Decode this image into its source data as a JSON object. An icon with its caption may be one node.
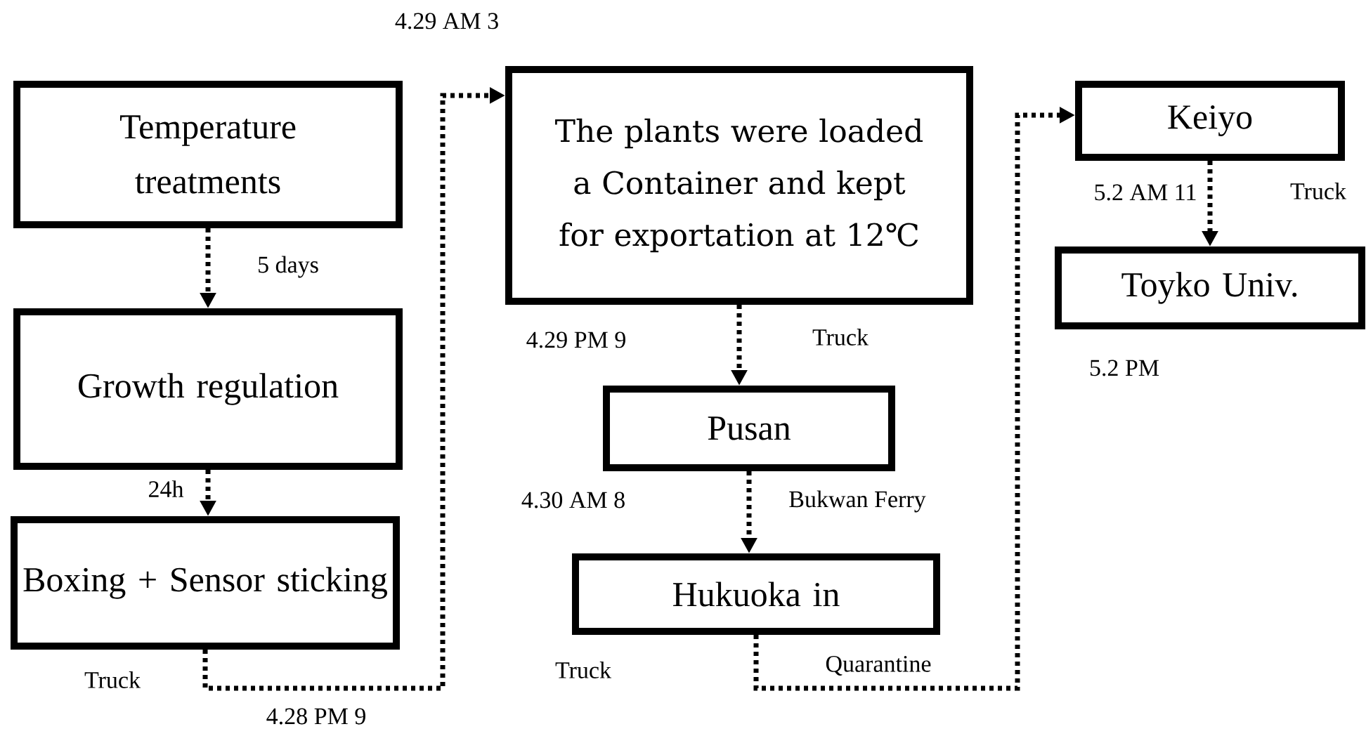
{
  "diagram": {
    "nodes": [
      {
        "text": [
          "Temperature treatments"
        ]
      },
      {
        "text": [
          "Growth regulation"
        ]
      },
      {
        "text": [
          "Boxing + Sensor sticking"
        ]
      },
      {
        "text": [
          "The plants were loaded a Container and kept for exportation at 12℃"
        ]
      },
      {
        "text": [
          "Pusan"
        ]
      },
      {
        "text": [
          "Hukuoka in"
        ]
      },
      {
        "text": [
          "Keiyo"
        ]
      },
      {
        "text": [
          "Toyko Univ."
        ]
      }
    ],
    "edges": [
      {
        "from": 0,
        "to": 1,
        "arrow": "to",
        "style": "dashed",
        "label": "5 days"
      },
      {
        "from": 1,
        "to": 2,
        "arrow": "to",
        "style": "dashed",
        "label": "24h"
      },
      {
        "from": 2,
        "to": 3,
        "arrow": "to",
        "style": "dashed",
        "label": "Truck"
      },
      {
        "from": 3,
        "to": 4,
        "arrow": "to",
        "style": "dashed",
        "label": "Truck"
      },
      {
        "from": 4,
        "to": 5,
        "arrow": "to",
        "style": "dashed",
        "label": "Bukwan Ferry"
      },
      {
        "from": 5,
        "to": 6,
        "arrow": "to",
        "style": "dashed",
        "label": "Quarantine"
      },
      {
        "from": 6,
        "to": 7,
        "arrow": "to",
        "style": "dashed",
        "label": "Truck"
      }
    ],
    "labels": [
      "4.29 AM 3",
      "4.29 PM 9",
      "4.30 AM 8",
      "Truck",
      "5.2 AM 11",
      "5.2 PM",
      "4.28 PM 9"
    ]
  }
}
